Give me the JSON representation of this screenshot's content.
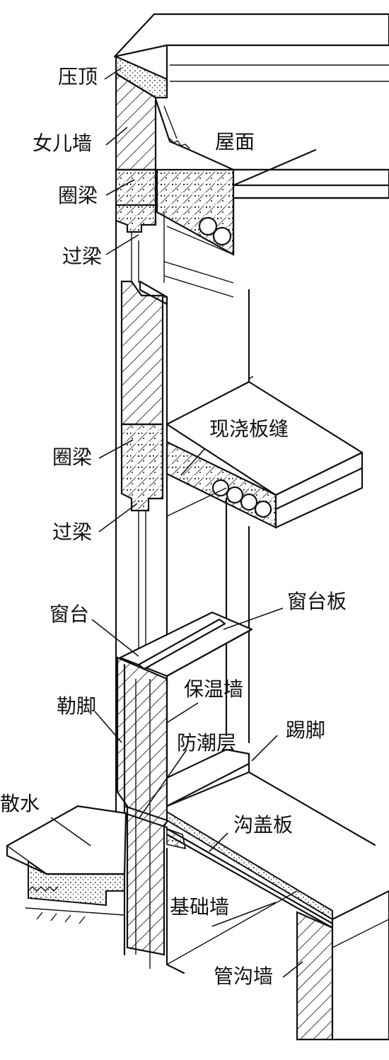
{
  "labels": {
    "yading": "压顶",
    "nverqiang": "女儿墙",
    "quanliang_top": "圈梁",
    "guoliang_top": "过梁",
    "wumian": "屋面",
    "xianjiaobanfeng": "现浇板缝",
    "quanliang_mid": "圈梁",
    "guoliang_mid": "过梁",
    "chuangtaiban": "窗台板",
    "chuangtai": "窗台",
    "baowenqiang": "保温墙",
    "lejiao": "勒脚",
    "tijiao": "踢脚",
    "fangchaoceng": "防潮层",
    "sanshui": "散水",
    "gougaiban": "沟盖板",
    "jichuqiang": "基础墙",
    "guangouqiang": "管沟墙"
  },
  "colors": {
    "line": "#111111",
    "background": "#ffffff"
  }
}
